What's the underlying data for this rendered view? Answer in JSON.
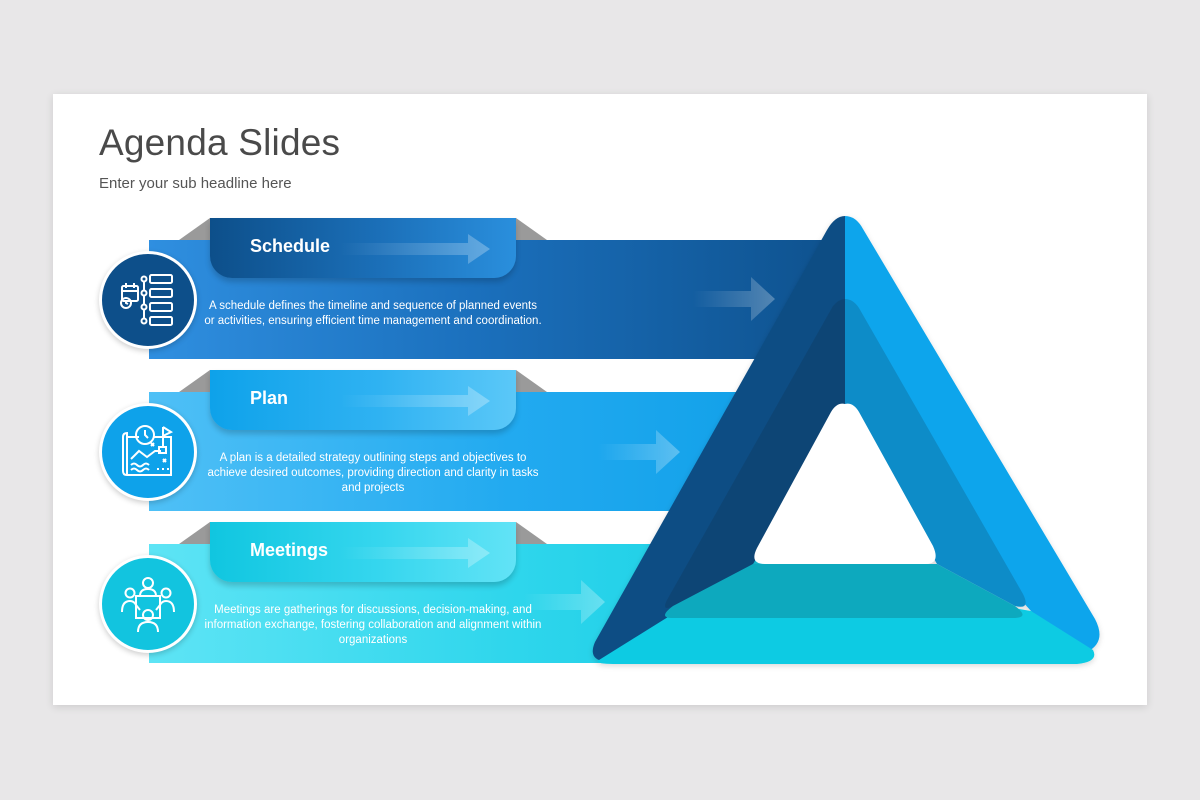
{
  "slide": {
    "title": "Agenda Slides",
    "subtitle": "Enter your sub headline here"
  },
  "items": [
    {
      "label": "Schedule",
      "icon": "schedule-calendar-icon",
      "description": "A schedule defines the timeline and sequence of planned events or activities, ensuring efficient time management and coordination.",
      "color_dark": "#0b4f86",
      "color_light": "#2a8fdd"
    },
    {
      "label": "Plan",
      "icon": "plan-map-icon",
      "description": "A plan is a detailed strategy outlining steps and objectives to achieve desired outcomes, providing direction and clarity in tasks and projects",
      "color_dark": "#0ba3ea",
      "color_light": "#4fc3f7"
    },
    {
      "label": "Meetings",
      "icon": "meeting-group-icon",
      "description": "Meetings are gatherings for discussions, decision-making, and information exchange, fostering collaboration and alignment within organizations",
      "color_dark": "#10c6e0",
      "color_light": "#55e0f3"
    }
  ],
  "colors": {
    "navy": "#0b4f86",
    "blue": "#0ba3ea",
    "cyan": "#0ccbe3",
    "title_text": "#4a4a4a"
  }
}
